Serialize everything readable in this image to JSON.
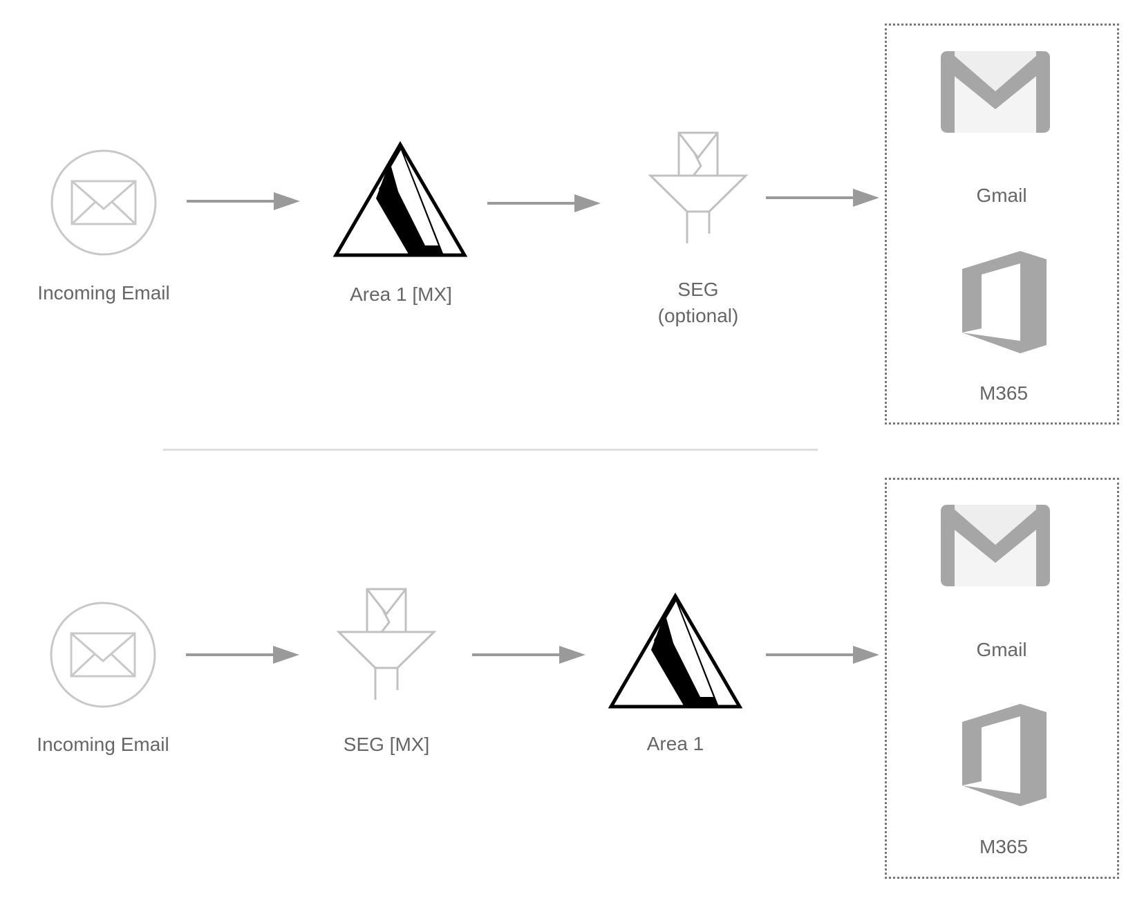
{
  "flows": [
    {
      "nodes": [
        {
          "icon": "envelope-circle-icon",
          "label": "Incoming Email"
        },
        {
          "icon": "area1-logo-icon",
          "label": "Area 1 [MX]"
        },
        {
          "icon": "seg-filter-icon",
          "label": "SEG",
          "sublabel": "(optional)"
        }
      ],
      "destinations": [
        {
          "icon": "gmail-icon",
          "label": "Gmail"
        },
        {
          "icon": "office-icon",
          "label": "M365"
        }
      ]
    },
    {
      "nodes": [
        {
          "icon": "envelope-circle-icon",
          "label": "Incoming Email"
        },
        {
          "icon": "seg-filter-icon",
          "label": "SEG [MX]"
        },
        {
          "icon": "area1-logo-icon",
          "label": "Area 1"
        }
      ],
      "destinations": [
        {
          "icon": "gmail-icon",
          "label": "Gmail"
        },
        {
          "icon": "office-icon",
          "label": "M365"
        }
      ]
    }
  ],
  "colors": {
    "arrow": "#9a9a9a",
    "icon_gray": "#a6a6a6",
    "text": "#666666",
    "logo": "#000000"
  }
}
